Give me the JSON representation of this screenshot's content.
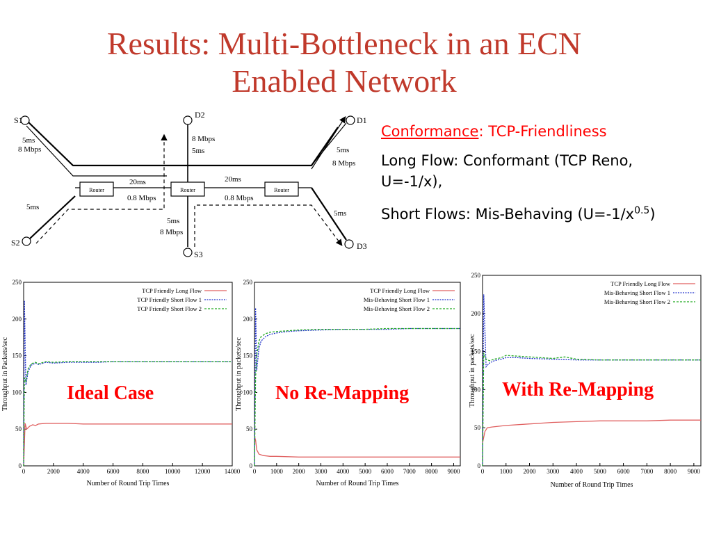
{
  "title": {
    "line1": "Results: Multi-Bottleneck in an ECN",
    "line2": "Enabled Network"
  },
  "diagram": {
    "nodes": {
      "s1": "S1",
      "s2": "S2",
      "s3": "S3",
      "d1": "D1",
      "d2": "D2",
      "d3": "D3"
    },
    "router_label": "Router",
    "links": {
      "s1_delay": "5ms",
      "s1_bw": "8 Mbps",
      "s2_delay": "5ms",
      "d1_delay": "5ms",
      "d1_bw": "8 Mbps",
      "d3_delay": "5ms",
      "d2_bw": "8 Mbps",
      "d2_delay": "5ms",
      "s3_delay": "5ms",
      "s3_bw": "8 Mbps",
      "left_bottleneck_delay": "20ms",
      "left_bottleneck_bw": "0.8 Mbps",
      "right_bottleneck_delay": "20ms",
      "right_bottleneck_bw": "0.8 Mbps"
    }
  },
  "notes": {
    "conformance_label": "Conformance",
    "conformance_rest": ": TCP-Friendliness",
    "long_flow": "Long Flow: Conformant (TCP Reno, U=-1/x),",
    "short_flows_prefix": "Short Flows: Mis-Behaving (U=-1/x",
    "short_flows_exp": "0.5",
    "short_flows_suffix": ")"
  },
  "colors": {
    "title": "#c0392b",
    "overlay": "#ff0000",
    "long_flow": "#e06060",
    "short_flow_1": "#2233cc",
    "short_flow_2": "#22aa22"
  },
  "chart_data": [
    {
      "type": "line",
      "overlay_label": "Ideal Case",
      "xlabel": "Number of Round Trip Times",
      "ylabel": "Throughput in Packets/sec",
      "xlim": [
        0,
        14000
      ],
      "ylim": [
        0,
        250
      ],
      "xticks": [
        0,
        2000,
        4000,
        6000,
        8000,
        10000,
        12000,
        14000
      ],
      "yticks": [
        0,
        50,
        100,
        150,
        200,
        250
      ],
      "legend_position": "top-right",
      "series": [
        {
          "name": "TCP Friendly Long Flow",
          "color": "#e06060",
          "dash": "solid",
          "x": [
            0,
            100,
            200,
            400,
            600,
            800,
            1000,
            1500,
            2000,
            3000,
            4000,
            5000,
            6000,
            7000,
            8000,
            9000,
            10000,
            11000,
            12000,
            13000,
            14000
          ],
          "y": [
            0,
            58,
            50,
            54,
            56,
            55,
            57,
            58,
            58,
            58,
            57,
            57,
            57,
            57,
            57,
            57,
            57,
            57,
            57,
            57,
            57
          ]
        },
        {
          "name": "TCP Friendly Short Flow 1",
          "color": "#2233cc",
          "dash": "dense",
          "x": [
            0,
            50,
            150,
            300,
            500,
            800,
            1000,
            1500,
            2000,
            3000,
            4000,
            5000,
            6000,
            7000,
            8000,
            9000,
            10000,
            11000,
            12000,
            13000,
            14000
          ],
          "y": [
            0,
            225,
            110,
            128,
            137,
            140,
            138,
            141,
            140,
            141,
            141,
            141,
            142,
            142,
            142,
            142,
            142,
            142,
            142,
            142,
            142
          ]
        },
        {
          "name": "TCP Friendly Short Flow 2",
          "color": "#22aa22",
          "dash": "dashed",
          "x": [
            0,
            50,
            150,
            300,
            500,
            800,
            1000,
            1500,
            2000,
            3000,
            4000,
            5000,
            6000,
            7000,
            8000,
            9000,
            10000,
            11000,
            12000,
            13000,
            14000
          ],
          "y": [
            0,
            120,
            115,
            132,
            139,
            141,
            139,
            142,
            141,
            142,
            142,
            142,
            142,
            142,
            142,
            142,
            142,
            142,
            142,
            142,
            142
          ]
        }
      ]
    },
    {
      "type": "line",
      "overlay_label": "No Re-Mapping",
      "xlabel": "Number of Round Trip Times",
      "ylabel": "Throughput in packets/sec",
      "xlim": [
        0,
        9300
      ],
      "ylim": [
        0,
        250
      ],
      "xticks": [
        0,
        1000,
        2000,
        3000,
        4000,
        5000,
        6000,
        7000,
        8000,
        9000
      ],
      "yticks": [
        0,
        50,
        100,
        150,
        200,
        250
      ],
      "legend_position": "top-right",
      "series": [
        {
          "name": "TCP Friendly Long Flow",
          "color": "#e06060",
          "dash": "solid",
          "x": [
            0,
            50,
            100,
            200,
            400,
            700,
            1000,
            2000,
            3000,
            4000,
            5000,
            6000,
            7000,
            8000,
            9000,
            9300
          ],
          "y": [
            40,
            35,
            22,
            16,
            14,
            13,
            13,
            12,
            12,
            12,
            12,
            12,
            12,
            12,
            12,
            12
          ]
        },
        {
          "name": "Mis-Behaving Short Flow 1",
          "color": "#2233cc",
          "dash": "dense",
          "x": [
            0,
            50,
            100,
            200,
            300,
            500,
            700,
            1000,
            1500,
            2000,
            3000,
            4000,
            5000,
            6000,
            7000,
            8000,
            9000,
            9300
          ],
          "y": [
            0,
            215,
            130,
            160,
            170,
            176,
            179,
            181,
            183,
            184,
            185,
            186,
            186,
            186,
            187,
            187,
            187,
            187
          ]
        },
        {
          "name": "Mis-Behaving Short Flow 2",
          "color": "#22aa22",
          "dash": "dashed",
          "x": [
            0,
            50,
            100,
            200,
            300,
            500,
            700,
            1000,
            1500,
            2000,
            3000,
            4000,
            5000,
            6000,
            7000,
            8000,
            9000,
            9300
          ],
          "y": [
            0,
            120,
            150,
            170,
            176,
            180,
            182,
            183,
            184,
            185,
            186,
            186,
            186,
            187,
            187,
            187,
            187,
            187
          ]
        }
      ]
    },
    {
      "type": "line",
      "overlay_label": "With Re-Mapping",
      "xlabel": "Number of Round Trip Times",
      "ylabel": "Throughput in packets/sec",
      "xlim": [
        0,
        9300
      ],
      "ylim": [
        0,
        250
      ],
      "xticks": [
        0,
        1000,
        2000,
        3000,
        4000,
        5000,
        6000,
        7000,
        8000,
        9000
      ],
      "yticks": [
        0,
        50,
        100,
        150,
        200,
        250
      ],
      "legend_position": "top-right",
      "series": [
        {
          "name": "TCP Friendly Long Flow",
          "color": "#e06060",
          "dash": "solid",
          "x": [
            0,
            100,
            200,
            400,
            700,
            1000,
            2000,
            3000,
            4000,
            5000,
            6000,
            7000,
            8000,
            9000,
            9300
          ],
          "y": [
            30,
            45,
            50,
            51,
            52,
            53,
            55,
            57,
            58,
            59,
            59,
            59,
            60,
            60,
            60
          ]
        },
        {
          "name": "Mis-Behaving Short Flow 1",
          "color": "#2233cc",
          "dash": "dense",
          "x": [
            0,
            50,
            150,
            300,
            500,
            800,
            1000,
            1500,
            2000,
            3000,
            4000,
            5000,
            6000,
            7000,
            8000,
            9000,
            9300
          ],
          "y": [
            0,
            225,
            130,
            135,
            138,
            140,
            142,
            142,
            141,
            140,
            139,
            139,
            139,
            139,
            139,
            139,
            139
          ]
        },
        {
          "name": "Mis-Behaving Short Flow 2",
          "color": "#22aa22",
          "dash": "dashed",
          "x": [
            0,
            50,
            150,
            300,
            500,
            800,
            1000,
            1500,
            2000,
            3000,
            3500,
            4000,
            5000,
            6000,
            7000,
            8000,
            9000,
            9300
          ],
          "y": [
            0,
            148,
            140,
            138,
            140,
            142,
            145,
            144,
            143,
            141,
            143,
            140,
            139,
            139,
            139,
            139,
            139,
            139
          ]
        }
      ]
    }
  ]
}
